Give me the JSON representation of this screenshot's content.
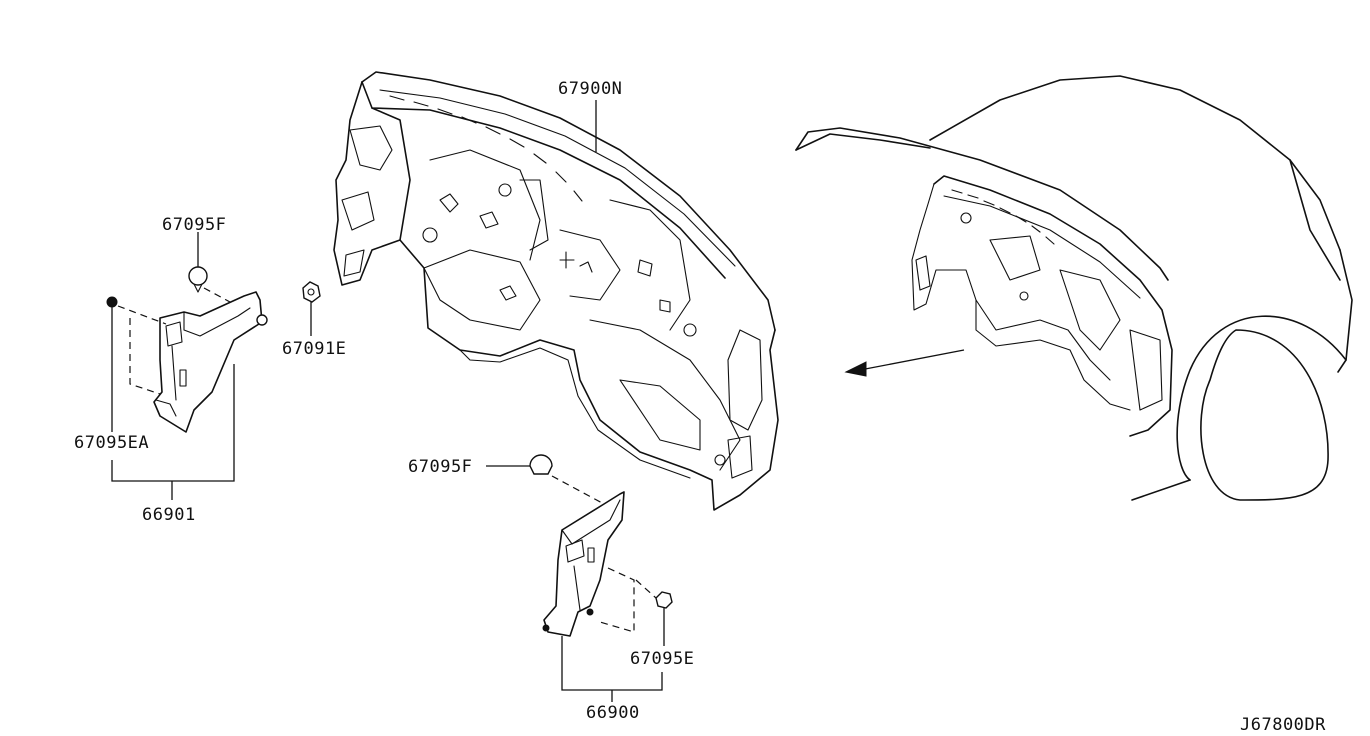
{
  "diagram": {
    "labels": {
      "dash_panel": "67900N",
      "clip_upper_left": "67095F",
      "nut_center": "67091E",
      "clip_left_lower": "67095EA",
      "trim_left": "66901",
      "clip_center": "67095F",
      "clip_right_lower": "67095E",
      "trim_right": "66900"
    },
    "diagram_code": "J67800DR",
    "colors": {
      "ink": "#111111",
      "background": "#ffffff"
    }
  }
}
